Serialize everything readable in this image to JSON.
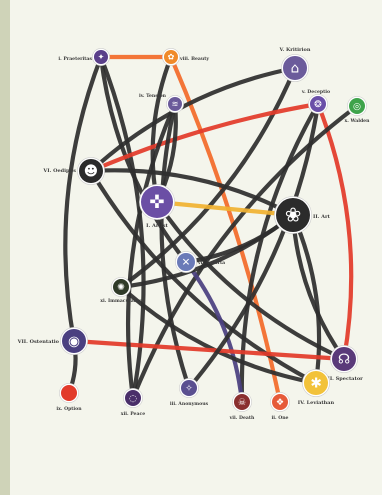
{
  "nodes": [
    {
      "id": "praeteritas",
      "label": "i. Praeteritas",
      "color": "#5a3f8a",
      "glyph": "✦"
    },
    {
      "id": "beauty",
      "label": "viii. Beauty",
      "color": "#f08a2a",
      "glyph": "✿"
    },
    {
      "id": "tension",
      "label": "iv. Tension",
      "color": "#6a5a9a",
      "glyph": "≋"
    },
    {
      "id": "kritirion",
      "label": "V. Kritirion",
      "color": "#6b5b9b",
      "glyph": "⌂"
    },
    {
      "id": "deceptio",
      "label": "v. Deceptio",
      "color": "#6a4fa8",
      "glyph": "❂"
    },
    {
      "id": "walden",
      "label": "x. Walden",
      "color": "#3ea34a",
      "glyph": "◎"
    },
    {
      "id": "oedipus",
      "label": "VI. Oedipus",
      "color": "#2b2b2b",
      "glyph": "☻"
    },
    {
      "id": "artist",
      "label": "I. Artist",
      "color": "#6b4fa5",
      "glyph": "✜"
    },
    {
      "id": "art",
      "label": "II. Art",
      "color": "#2b2b2b",
      "glyph": "❀"
    },
    {
      "id": "autarta",
      "label": "vi. Autarta",
      "color": "#6a7ab8",
      "glyph": "✕"
    },
    {
      "id": "immaculatus",
      "label": "xi. Immaculatus",
      "color": "#2f3a28",
      "glyph": "✺"
    },
    {
      "id": "ostentatio",
      "label": "VII. Ostentatio",
      "color": "#4a3f80",
      "glyph": "◉"
    },
    {
      "id": "spectator",
      "label": "III. Spectator",
      "color": "#5a3a7a",
      "glyph": "☊"
    },
    {
      "id": "leviathan",
      "label": "IV. Leviathan",
      "color": "#f2c23a",
      "glyph": "✱"
    },
    {
      "id": "option",
      "label": "ix. Option",
      "color": "#e23a2a",
      "glyph": ""
    },
    {
      "id": "peace",
      "label": "xii. Peace",
      "color": "#4a2f6a",
      "glyph": "◌"
    },
    {
      "id": "anonymous",
      "label": "iii. Anonymous",
      "color": "#5a4f90",
      "glyph": "✧"
    },
    {
      "id": "death",
      "label": "vii. Death",
      "color": "#8a2f2f",
      "glyph": "☠"
    },
    {
      "id": "one",
      "label": "ii. One",
      "color": "#e65a3a",
      "glyph": "❖"
    }
  ],
  "edges": [
    {
      "from": "praeteritas",
      "to": "beauty",
      "color": "#f26a2a"
    },
    {
      "from": "praeteritas",
      "to": "ostentatio",
      "color": "#2e2e2e"
    },
    {
      "from": "praeteritas",
      "to": "peace",
      "color": "#2e2e2e"
    },
    {
      "from": "praeteritas",
      "to": "autarta",
      "color": "#2e2e2e"
    },
    {
      "from": "beauty",
      "to": "one",
      "color": "#f26a2a"
    },
    {
      "from": "beauty",
      "to": "artist",
      "color": "#2e2e2e"
    },
    {
      "from": "kritirion",
      "to": "immaculatus",
      "color": "#2e2e2e"
    },
    {
      "from": "kritirion",
      "to": "oedipus",
      "color": "#2e2e2e"
    },
    {
      "from": "deceptio",
      "to": "oedipus",
      "color": "#e23a2a"
    },
    {
      "from": "deceptio",
      "to": "death",
      "color": "#2e2e2e"
    },
    {
      "from": "deceptio",
      "to": "spectator",
      "color": "#e23a2a"
    },
    {
      "from": "walden",
      "to": "peace",
      "color": "#2e2e2e"
    },
    {
      "from": "tension",
      "to": "artist",
      "color": "#2e2e2e"
    },
    {
      "from": "tension",
      "to": "anonymous",
      "color": "#2e2e2e"
    },
    {
      "from": "oedipus",
      "to": "art",
      "color": "#2e2e2e"
    },
    {
      "from": "oedipus",
      "to": "leviathan",
      "color": "#2e2e2e"
    },
    {
      "from": "artist",
      "to": "art",
      "color": "#f0b232"
    },
    {
      "from": "artist",
      "to": "spectator",
      "color": "#2e2e2e"
    },
    {
      "from": "autarta",
      "to": "death",
      "color": "#4a3f80"
    },
    {
      "from": "autarta",
      "to": "art",
      "color": "#2e2e2e"
    },
    {
      "from": "art",
      "to": "immaculatus",
      "color": "#2e2e2e"
    },
    {
      "from": "art",
      "to": "spectator",
      "color": "#2e2e2e"
    },
    {
      "from": "art",
      "to": "leviathan",
      "color": "#2e2e2e"
    },
    {
      "from": "immaculatus",
      "to": "leviathan",
      "color": "#2e2e2e"
    },
    {
      "from": "ostentatio",
      "to": "option",
      "color": "#2e2e2e"
    },
    {
      "from": "ostentatio",
      "to": "spectator",
      "color": "#e23a2a"
    },
    {
      "from": "peace",
      "to": "tension",
      "color": "#2e2e2e"
    },
    {
      "from": "anonymous",
      "to": "deceptio",
      "color": "#2e2e2e"
    }
  ]
}
